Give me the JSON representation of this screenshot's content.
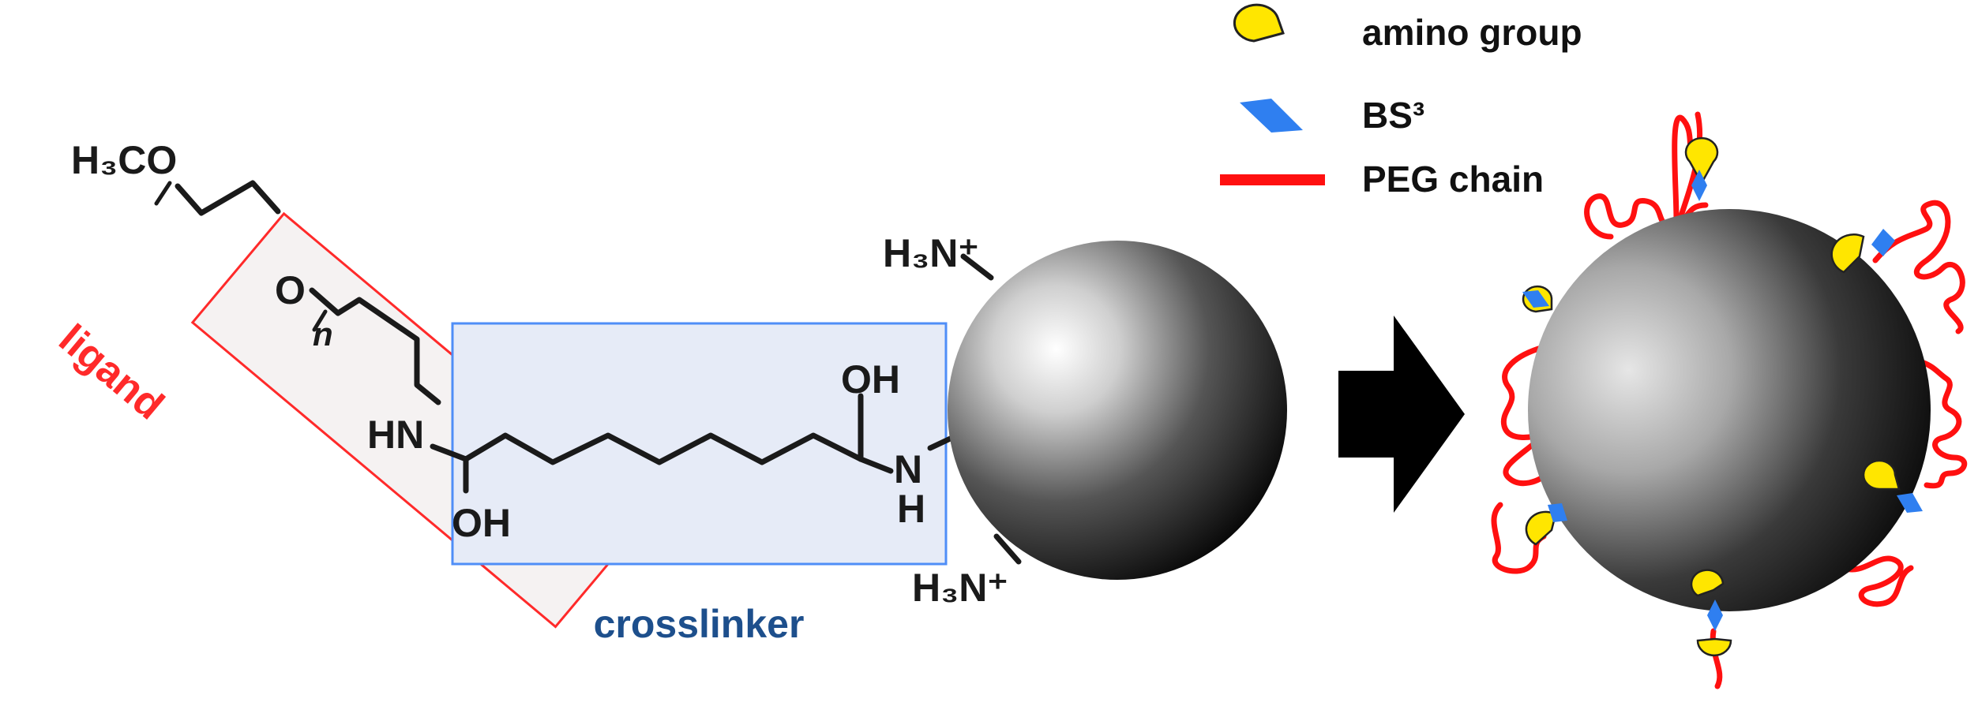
{
  "labels": {
    "ligand": "ligand",
    "crosslinker": "crosslinker"
  },
  "chemistry": {
    "methoxy": "H₃CO",
    "ether_oxygen": "O",
    "repeat_n": "n",
    "amine_ligand": "HN",
    "hydroxyl_left": "OH",
    "hydroxyl_right": "OH",
    "amide_n": "N",
    "amide_h": "H",
    "ammonium_top": "H₃N⁺",
    "ammonium_bottom": "H₃N⁺"
  },
  "legend": {
    "items": [
      {
        "label": "amino group",
        "icon": "yellow-pacman-icon"
      },
      {
        "label": "BS³",
        "icon": "blue-diamond-icon"
      },
      {
        "label": "PEG chain",
        "icon": "red-line-icon"
      }
    ]
  },
  "colors": {
    "ligand_box": "#ff2a2a",
    "crosslinker_box": "#4f8ef7",
    "crosslinker_fill": "#e6ebf7",
    "ligand_fill": "#ece8e8",
    "amino_group": "#ffe600",
    "bs3": "#2f7ff0",
    "peg_chain": "#ff1010",
    "crosslinker_text": "#1d4f8c",
    "ligand_text": "#ff2a2a"
  },
  "arrow": {
    "icon": "right-arrow-icon"
  }
}
